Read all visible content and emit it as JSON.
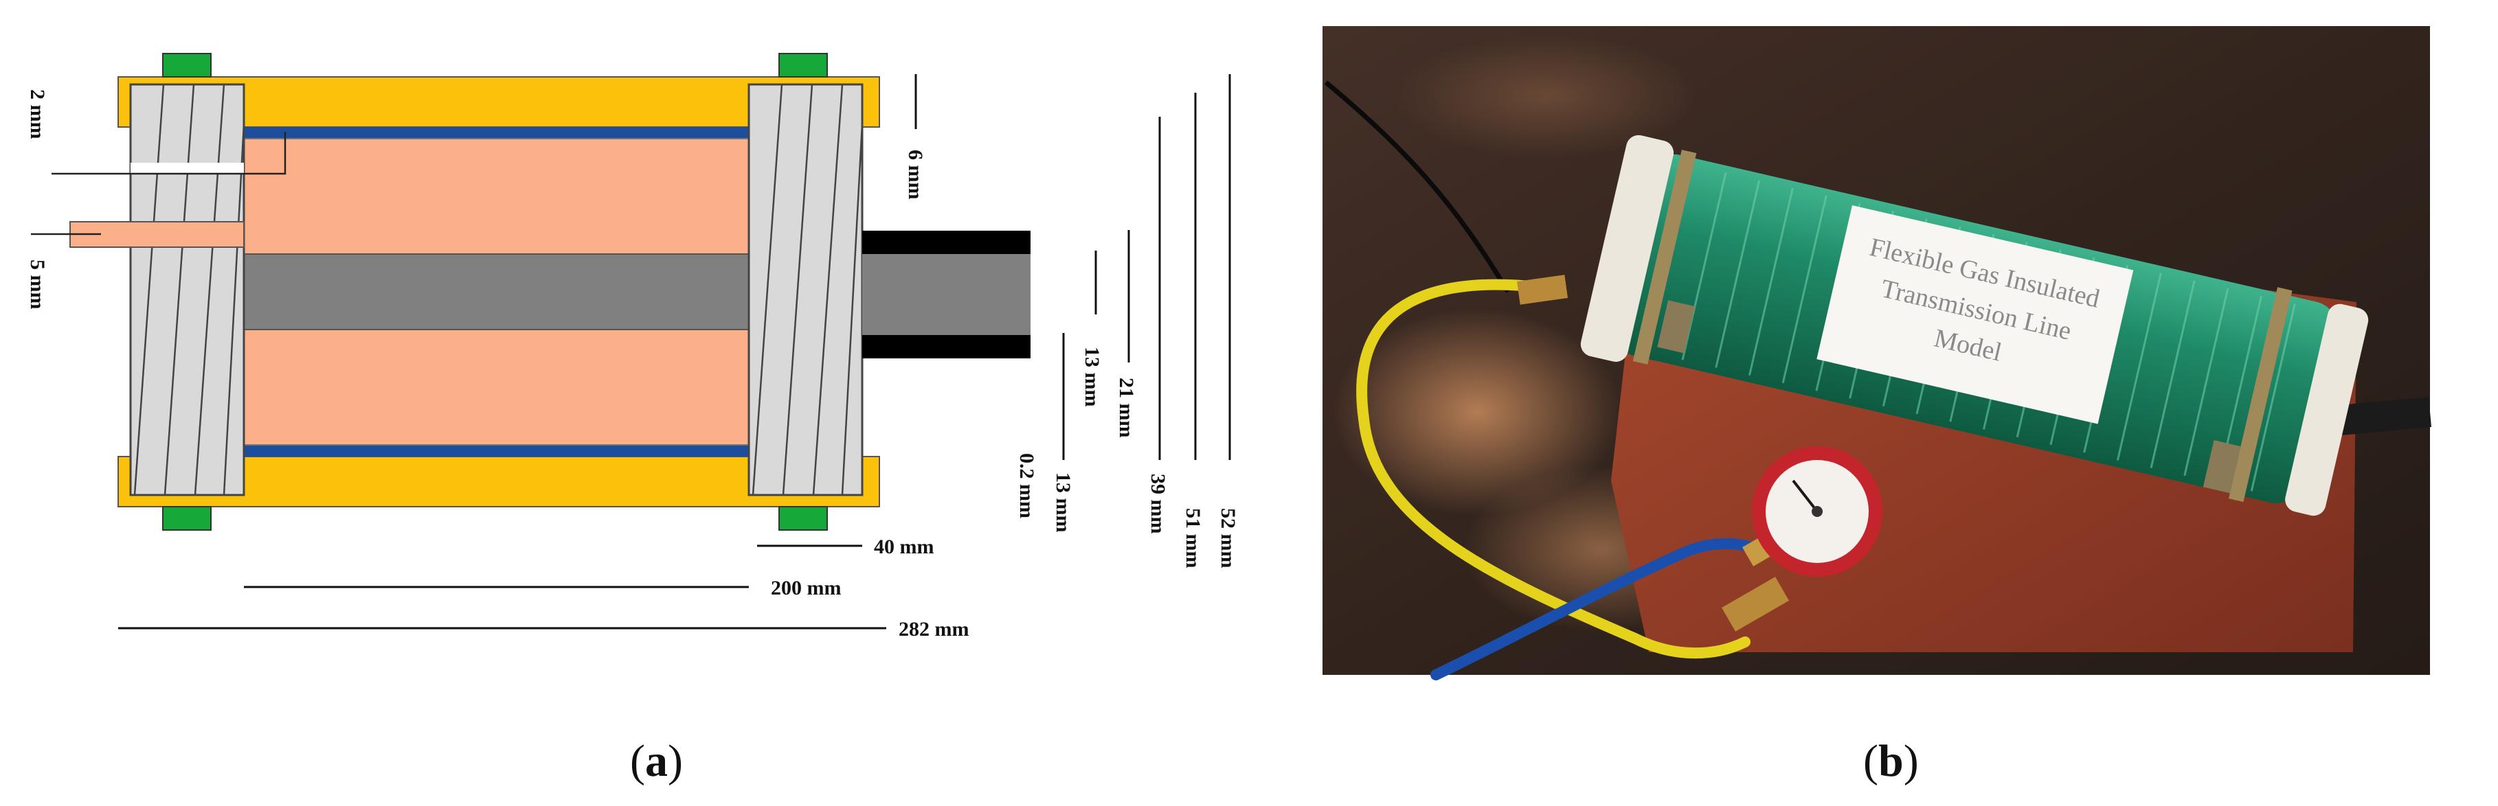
{
  "panel_a": {
    "dimensions_vertical_left": [
      "2 mm",
      "5 mm"
    ],
    "dimensions_vertical_right": [
      "6 mm",
      "13 mm",
      "21 mm",
      "13 mm",
      "0.2 mm",
      "39 mm",
      "51 mm",
      "52 mm"
    ],
    "dimensions_horizontal": [
      "40 mm",
      "200 mm",
      "282 mm"
    ],
    "caption_letter": "a"
  },
  "panel_b": {
    "label_card_lines": [
      "Flexible Gas Insulated",
      "Transmission Line",
      "Model"
    ],
    "caption_letter": "b"
  },
  "colors": {
    "housing": "#fcc10a",
    "insulation": "#fbb089",
    "conductor": "#808080",
    "end_cap": "#d9d9d9",
    "clamp": "#17a83a",
    "liner": "#1c4e9c",
    "cable_outer": "#000000"
  }
}
